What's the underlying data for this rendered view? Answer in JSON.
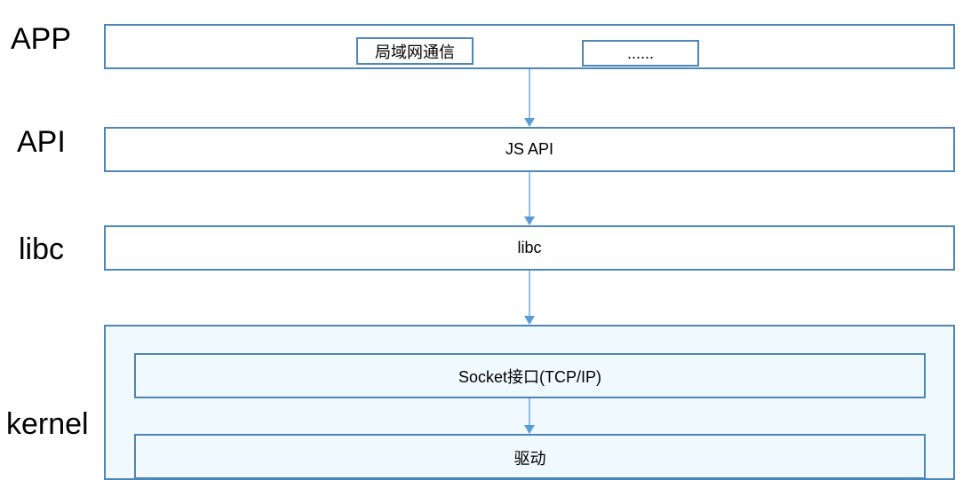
{
  "layers": {
    "app_label": "APP",
    "api_label": "API",
    "libc_label": "libc",
    "kernel_label": "kernel"
  },
  "app": {
    "items": [
      "局域网通信",
      "......"
    ]
  },
  "api": {
    "box_label": "JS API"
  },
  "libc": {
    "box_label": "libc"
  },
  "kernel": {
    "socket_label": "Socket接口(TCP/IP)",
    "driver_label": "驱动"
  },
  "colors": {
    "border": "#4f86b8",
    "arrow": "#5b9bd5",
    "kernel_fill": "#f0f9fd"
  }
}
